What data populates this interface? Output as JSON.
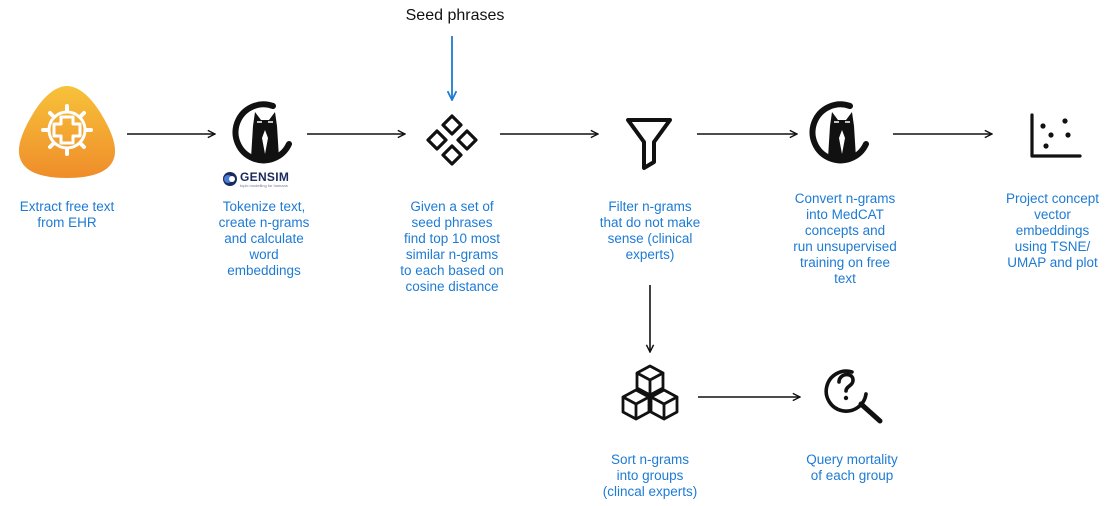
{
  "diagram": {
    "seed_label": "Seed phrases",
    "steps": {
      "extract": "Extract free text\nfrom EHR",
      "tokenize": "Tokenize text,\ncreate n-grams\nand calculate\nword\nembeddings",
      "similar": "Given a set of\nseed phrases\nfind top 10 most\nsimilar n-grams\nto each based on\ncosine distance",
      "filter": "Filter n-grams\nthat do not make\nsense (clinical\nexperts)",
      "convert": "Convert n-grams\ninto MedCAT\nconcepts and\nrun unsupervised\ntraining on free\ntext",
      "project": "Project concept\nvector\nembeddings\nusing TSNE/\nUMAP and plot",
      "sort": "Sort n-grams\ninto groups\n(clincal experts)",
      "query": "Query mortality\nof each group"
    },
    "gensim": {
      "name": "GENSIM",
      "tagline": "topic modelling for humans"
    },
    "colors": {
      "label": "#1e7bd4",
      "seed_arrow": "#1e7bd4",
      "arrow": "#111111",
      "icon": "#111111",
      "ehr_icon_top": "#f7c23a",
      "ehr_icon_bottom": "#ef8d2a"
    }
  }
}
